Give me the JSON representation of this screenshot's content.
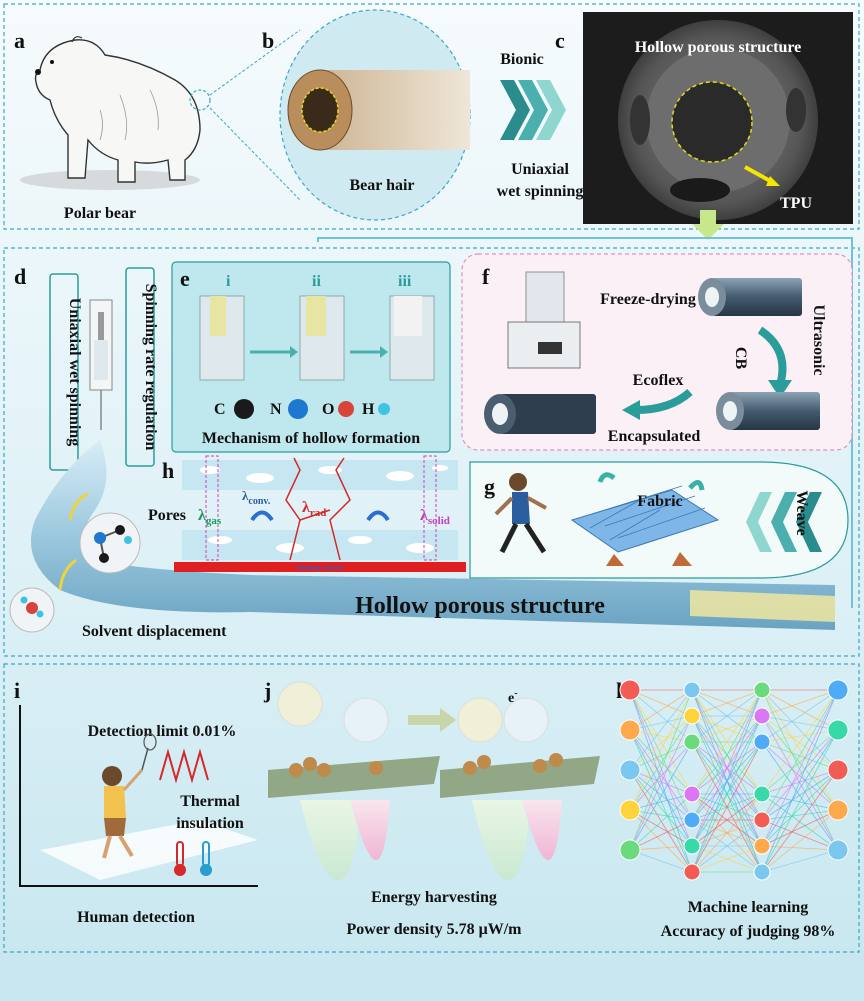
{
  "panels": {
    "a": {
      "letter": "a",
      "caption": "Polar bear"
    },
    "b": {
      "letter": "b",
      "caption": "Bear hair"
    },
    "c": {
      "letter": "c",
      "title": "Hollow porous structure",
      "arrow_label": "TPU"
    },
    "bionic": "Bionic",
    "uniaxial_line1": "Uniaxial",
    "uniaxial_line2": "wet spinning",
    "d": {
      "letter": "d",
      "vertical_label": "Uniaxial wet spinning",
      "solvent_label": "Solvent displacement"
    },
    "spinning_rate": "Spinning rate regulation",
    "e": {
      "letter": "e",
      "steps": [
        "i",
        "ii",
        "iii"
      ],
      "legend": [
        {
          "symbol": "C",
          "color": "#1a1a1a"
        },
        {
          "symbol": "N",
          "color": "#1f78d0"
        },
        {
          "symbol": "O",
          "color": "#d9443a"
        },
        {
          "symbol": "H",
          "color": "#3cc4e0"
        }
      ],
      "caption": "Mechanism of hollow formation"
    },
    "f": {
      "letter": "f",
      "freeze": "Freeze-drying",
      "ultrasonic": "Ultrasonic",
      "cb": "CB",
      "ecoflex": "Ecoflex",
      "encapsulated": "Encapsulated"
    },
    "g": {
      "letter": "g",
      "fabric": "Fabric",
      "weave": "Weave"
    },
    "h": {
      "letter": "h",
      "pores": "Pores",
      "l_gas": "λ",
      "l_gas_sub": "gas",
      "l_conv": "λ",
      "l_conv_sub": "conv.",
      "l_rad": "λ",
      "l_rad_sub": "rad",
      "l_solid": "λ",
      "l_solid_sub": "solid",
      "heating": "Heating source"
    },
    "fiber_label": "Hollow porous structure",
    "i": {
      "letter": "i",
      "detection": "Detection limit 0.01%",
      "thermal1": "Thermal",
      "thermal2": "insulation",
      "caption": "Human detection"
    },
    "j": {
      "letter": "j",
      "electron": "e",
      "electron_sup": "-",
      "caption1": "Energy harvesting",
      "caption2": "Power density 5.78 μW/m"
    },
    "k": {
      "letter": "k",
      "caption1": "Machine learning",
      "caption2": "Accuracy of judging 98%"
    }
  },
  "colors": {
    "teal": "#2a9d9a",
    "dash": "#3aa6c9",
    "pink": "#e48fc0",
    "red": "#d62828",
    "fiber": "#8fc3dd"
  }
}
